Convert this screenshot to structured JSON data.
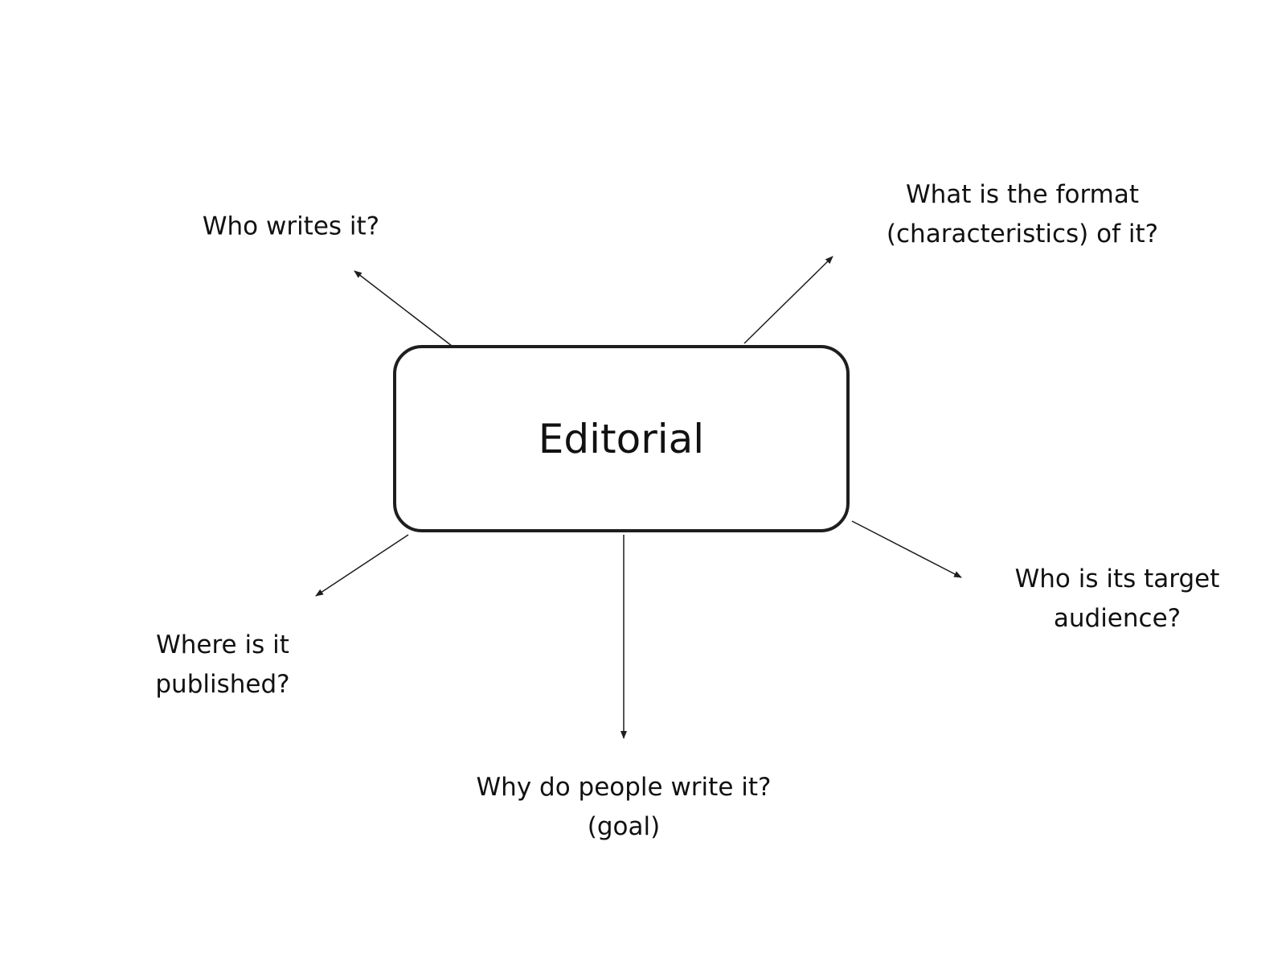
{
  "center": {
    "label": "Editorial"
  },
  "nodes": {
    "who_writes": [
      "Who writes it?"
    ],
    "format": [
      "What is the format",
      "(characteristics) of it?"
    ],
    "audience": [
      "Who is its target",
      "audience?"
    ],
    "where": [
      "Where is it",
      "published?"
    ],
    "why": [
      "Why do people write it?",
      "(goal)"
    ]
  },
  "colors": {
    "stroke": "#1e1e1e",
    "background": "#ffffff"
  }
}
